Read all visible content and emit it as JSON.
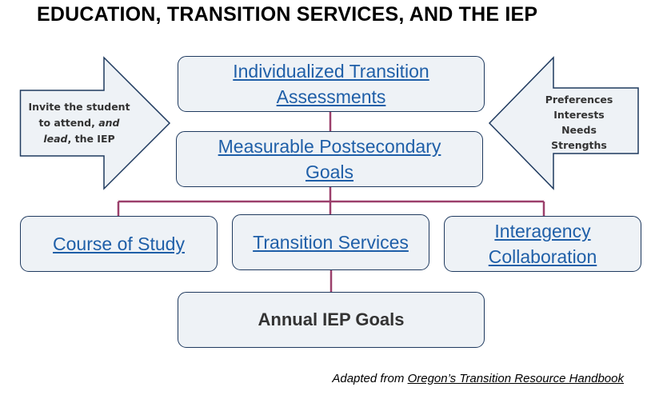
{
  "title": "EDUCATION, TRANSITION SERVICES, AND THE IEP",
  "left_arrow": {
    "line1": "Invite the student",
    "line2_prefix": "to attend, ",
    "line2_emph": "and",
    "line3_emph": "lead",
    "line3_suffix": ", the IEP"
  },
  "right_arrow": {
    "lines": [
      "Preferences",
      "Interests",
      "Needs",
      "Strengths"
    ]
  },
  "boxes": {
    "assessments": {
      "line1": "Individualized Transition",
      "line2": "Assessments"
    },
    "goals": {
      "line1": "Measurable Postsecondary",
      "line2": "Goals"
    },
    "course": {
      "label": "Course of Study"
    },
    "services": {
      "label": "Transition Services"
    },
    "interagency": {
      "line1": "Interagency",
      "line2": "Collaboration"
    },
    "annual": {
      "label": "Annual IEP Goals"
    }
  },
  "credit": {
    "prefix": "Adapted from ",
    "link": "Oregon’s Transition Resource Handbook"
  },
  "colors": {
    "connector": "#9b3f6b",
    "box_fill": "#eef2f6",
    "box_border": "#1f3a5f",
    "link": "#1f5fa8"
  }
}
